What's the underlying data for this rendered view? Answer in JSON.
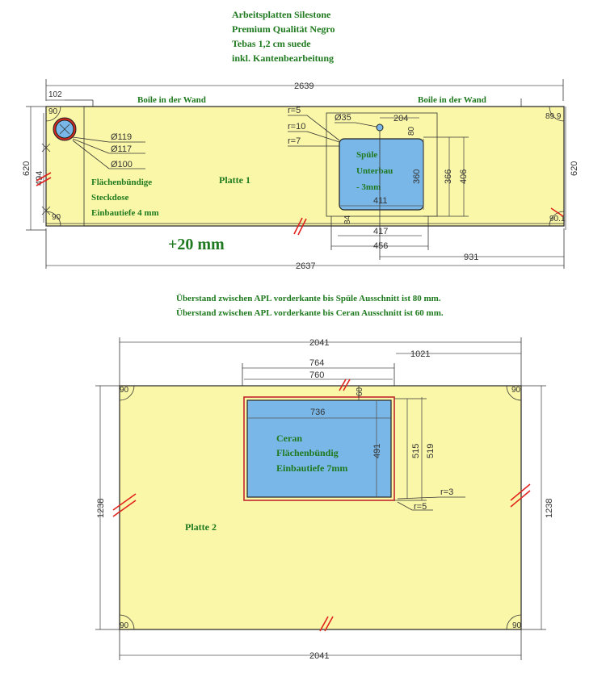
{
  "header": {
    "line1": "Arbeitsplatten Silestone",
    "line2": "Premium Qualität Negro",
    "line3": "Tebas 1,2 cm suede",
    "line4": "inkl. Kantenbearbeitung"
  },
  "plate1": {
    "name": "Platte 1",
    "wall_left": "Boile in der Wand",
    "wall_right": "Boile in der Wand",
    "dim_top": "2639",
    "dim_bottom": "2637",
    "dim_height_left": "620",
    "dim_height_right": "620",
    "dim_inner_height": "494",
    "dim_small_top": "102",
    "dim_small_90": "90",
    "angle_tl": "90",
    "angle_bl": "90",
    "angle_br": "90.1",
    "angle_tr": "89.9",
    "socket": {
      "d1": "Ø119",
      "d2": "Ø117",
      "d3": "Ø100",
      "label1": "Flächenbündige",
      "label2": "Steckdose",
      "label3": "Einbautiefe 4 mm"
    },
    "sink": {
      "label1": "Spüle",
      "label2": "Unterbau",
      "label3": "- 3mm",
      "r1": "r=5",
      "r2": "r=10",
      "r3": "r=7",
      "tap": "Ø35",
      "d204": "204",
      "d80": "80",
      "d360": "360",
      "d366": "366",
      "d406": "406",
      "d411": "411",
      "d417": "417",
      "d456": "456",
      "d931": "931",
      "d84": "84"
    },
    "extra": "+20 mm"
  },
  "notes": {
    "line1": "Überstand zwischen APL vorderkante bis Spüle Ausschnitt ist 80 mm.",
    "line2": "Überstand zwischen APL vorderkante bis Ceran Ausschnitt ist 60 mm."
  },
  "plate2": {
    "name": "Platte 2",
    "dim_top": "2041",
    "dim_bottom": "2041",
    "dim_left": "1238",
    "dim_right": "1238",
    "dim_1021": "1021",
    "angle_tl": "90",
    "angle_tr": "90",
    "angle_bl": "90",
    "angle_br": "90",
    "ceran": {
      "label1": "Ceran",
      "label2": "Flächenbündig",
      "label3": "Einbautiefe 7mm",
      "d764": "764",
      "d760": "760",
      "d736": "736",
      "d60": "60",
      "d491": "491",
      "d515": "515",
      "d519": "519",
      "r1": "r=3",
      "r2": "r=5"
    }
  }
}
